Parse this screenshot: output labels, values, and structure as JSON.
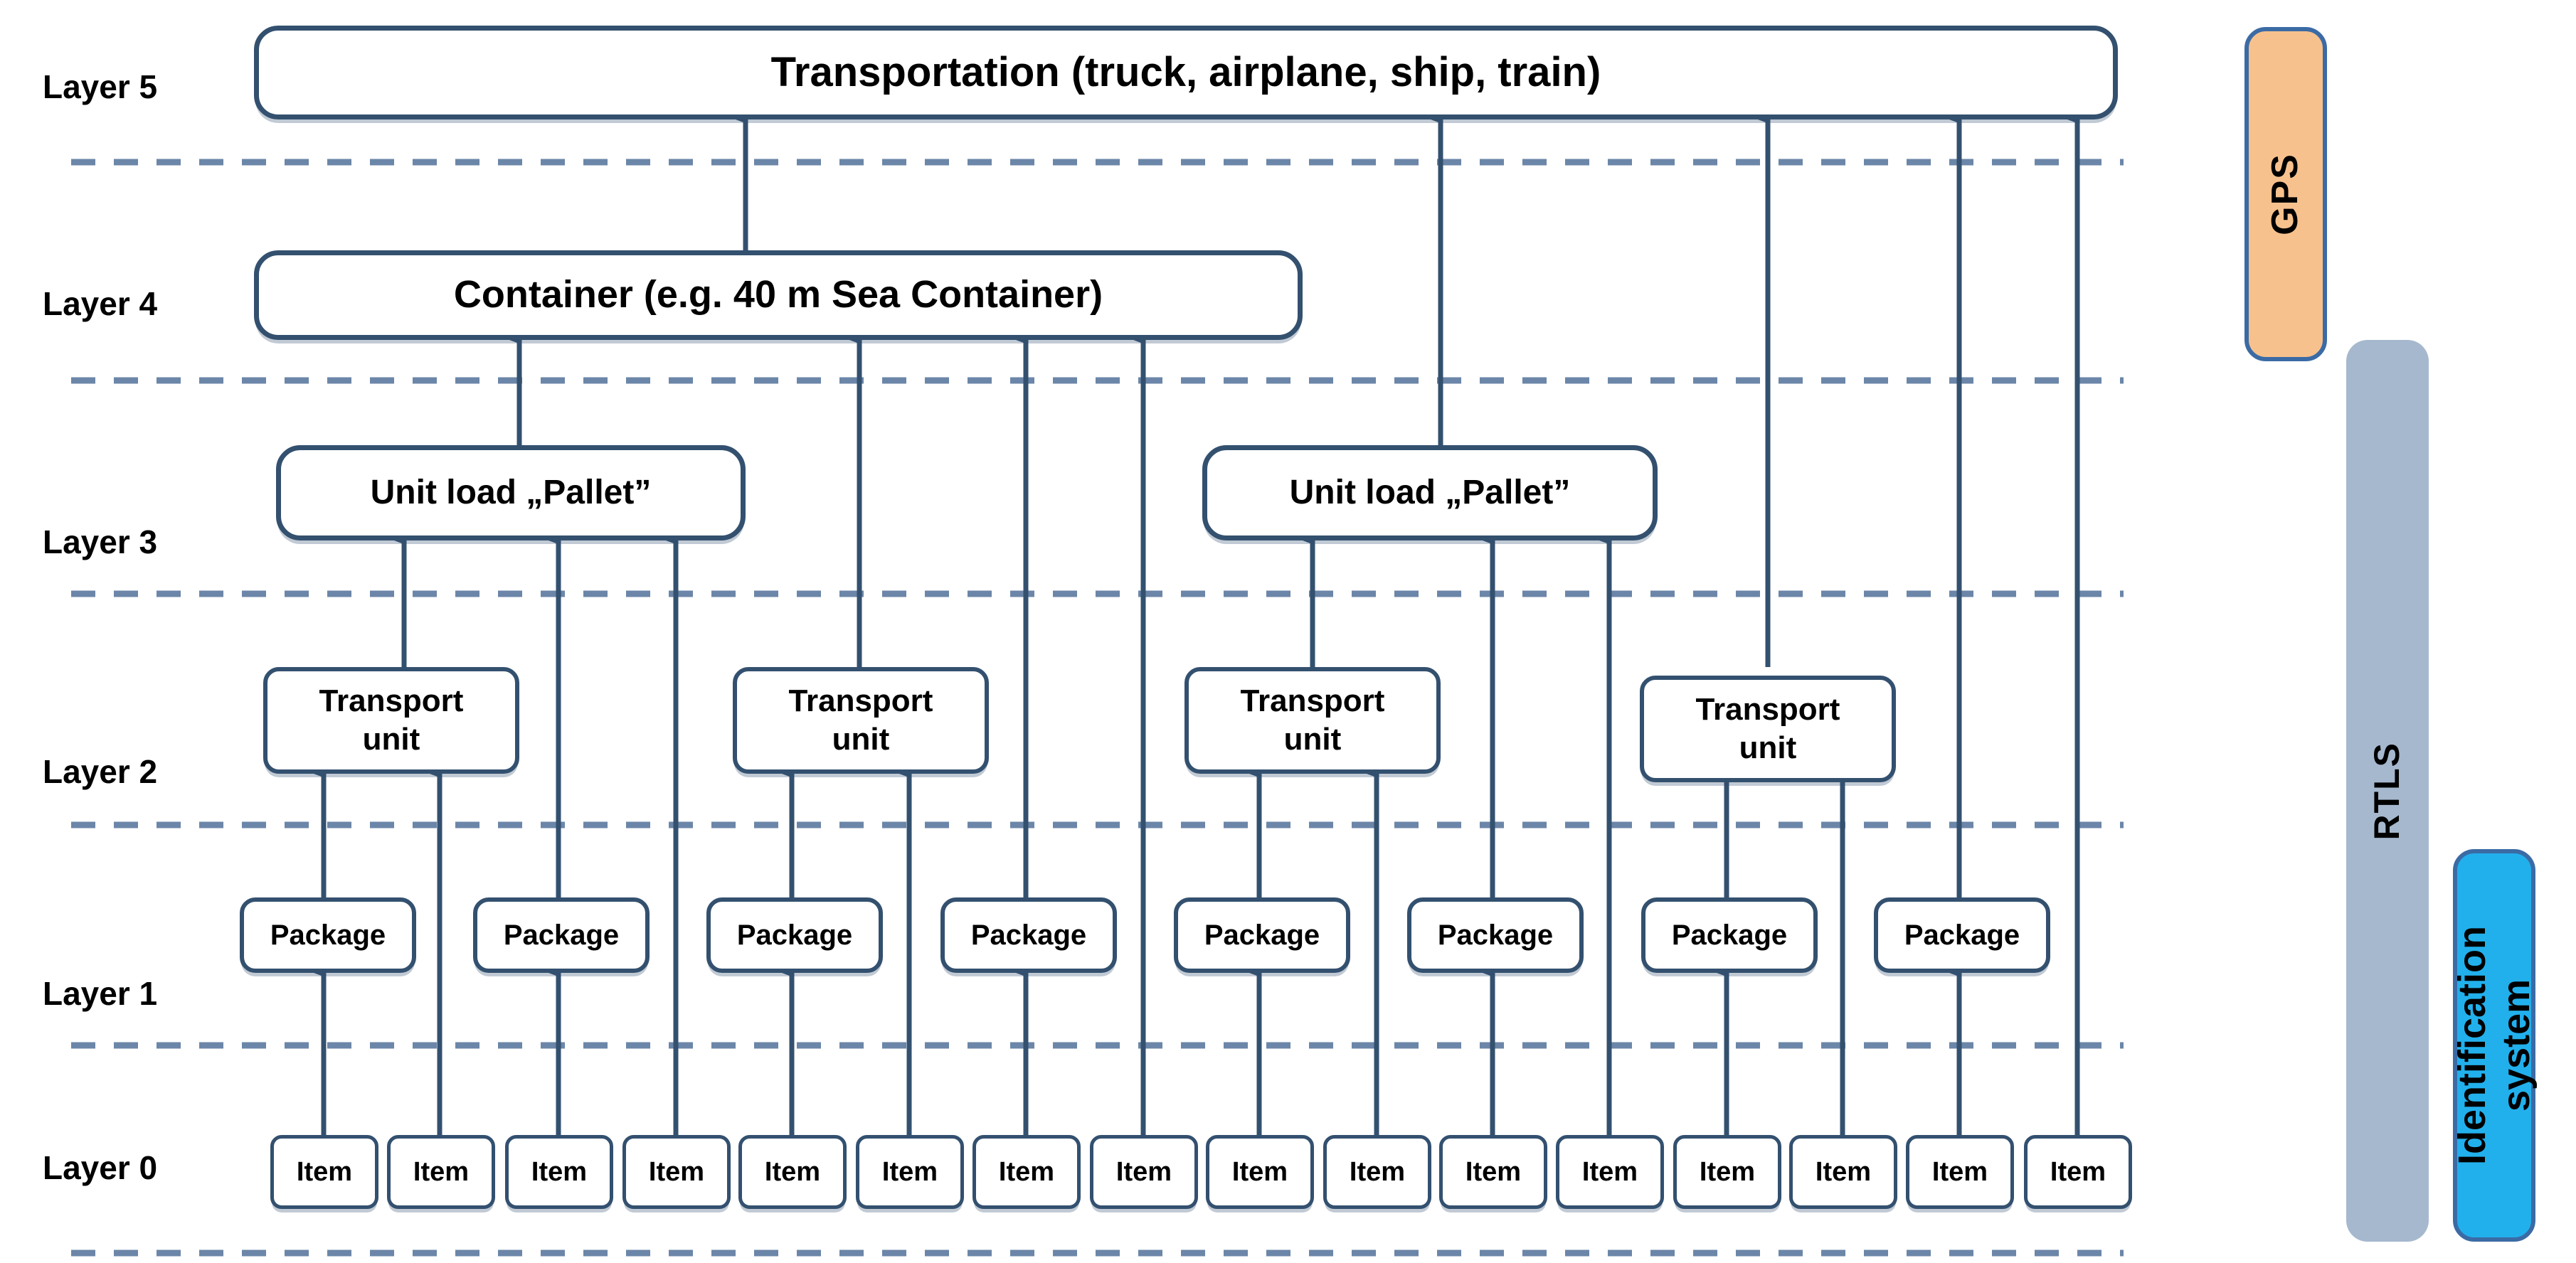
{
  "diagram": {
    "title": "Layered logistics object hierarchy with auto-ID technologies",
    "colors": {
      "node_border": "#33506f",
      "node_fill": "#ffffff",
      "connector": "#33506f",
      "divider": "#6b86a8",
      "gps_fill": "#f7c18d",
      "rtls_fill": "#a6b8ce",
      "ident_fill": "#22b0ec",
      "bar_border": "#3b6ba5",
      "text": "#000000"
    }
  },
  "layer_labels": [
    {
      "id": "layer-5",
      "label": "Layer 5"
    },
    {
      "id": "layer-4",
      "label": "Layer 4"
    },
    {
      "id": "layer-3",
      "label": "Layer 3"
    },
    {
      "id": "layer-2",
      "label": "Layer 2"
    },
    {
      "id": "layer-1",
      "label": "Layer 1"
    },
    {
      "id": "layer-0",
      "label": "Layer 0"
    }
  ],
  "nodes": {
    "transportation": {
      "label": "Transportation (truck, airplane, ship, train)"
    },
    "container": {
      "label": "Container (e.g. 40 m Sea Container)"
    },
    "pallets": [
      {
        "label": "Unit load „Pallet”"
      },
      {
        "label": "Unit load „Pallet”"
      }
    ],
    "transport_units": [
      {
        "line1": "Transport",
        "line2": "unit"
      },
      {
        "line1": "Transport",
        "line2": "unit"
      },
      {
        "line1": "Transport",
        "line2": "unit"
      },
      {
        "line1": "Transport",
        "line2": "unit"
      }
    ],
    "packages": [
      {
        "label": "Package"
      },
      {
        "label": "Package"
      },
      {
        "label": "Package"
      },
      {
        "label": "Package"
      },
      {
        "label": "Package"
      },
      {
        "label": "Package"
      },
      {
        "label": "Package"
      },
      {
        "label": "Package"
      }
    ],
    "items": [
      {
        "label": "Item"
      },
      {
        "label": "Item"
      },
      {
        "label": "Item"
      },
      {
        "label": "Item"
      },
      {
        "label": "Item"
      },
      {
        "label": "Item"
      },
      {
        "label": "Item"
      },
      {
        "label": "Item"
      },
      {
        "label": "Item"
      },
      {
        "label": "Item"
      },
      {
        "label": "Item"
      },
      {
        "label": "Item"
      },
      {
        "label": "Item"
      },
      {
        "label": "Item"
      },
      {
        "label": "Item"
      },
      {
        "label": "Item"
      }
    ]
  },
  "side_bars": [
    {
      "id": "gps",
      "label": "GPS"
    },
    {
      "id": "rtls",
      "label": "RTLS"
    },
    {
      "id": "identification-system",
      "label": "Identification\nsystem"
    }
  ]
}
